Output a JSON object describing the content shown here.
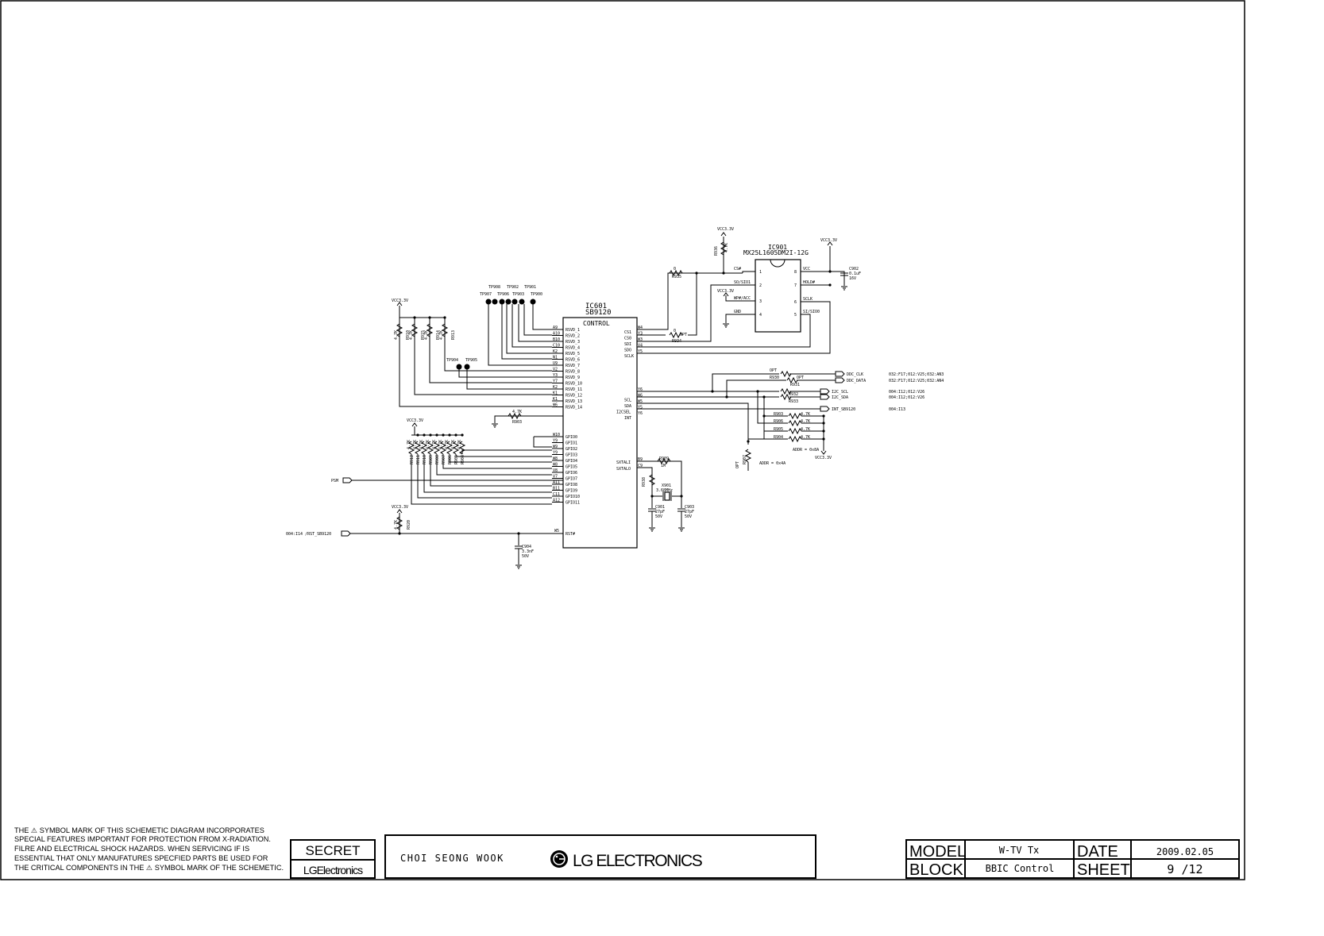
{
  "ic601": {
    "ref": "IC601",
    "part": "SB9120",
    "block": "CONTROL",
    "left_pins": [
      {
        "num": "A9",
        "name": "RSVD_1"
      },
      {
        "num": "A10",
        "name": "RSVD_2"
      },
      {
        "num": "B10",
        "name": "RSVD_3"
      },
      {
        "num": "C10",
        "name": "RSVD_4"
      },
      {
        "num": "K2",
        "name": "RSVD_5"
      },
      {
        "num": "N1",
        "name": "RSVD_6"
      },
      {
        "num": "U9",
        "name": "RSVD_7"
      },
      {
        "num": "V2",
        "name": "RSVD_8"
      },
      {
        "num": "Y3",
        "name": "RSVD_9"
      },
      {
        "num": "Y7",
        "name": "RSVD_10"
      },
      {
        "num": "K2",
        "name": "RSVD_11"
      },
      {
        "num": "K1",
        "name": "RSVD_12"
      },
      {
        "num": "K1",
        "name": "RSVD_13"
      },
      {
        "num": "W6",
        "name": "RSVD_14"
      }
    ],
    "gpio_pins": [
      {
        "num": "W10",
        "name": "GPIO0"
      },
      {
        "num": "Y9",
        "name": "GPIO1"
      },
      {
        "num": "W9",
        "name": "GPIO2"
      },
      {
        "num": "Y9",
        "name": "GPIO3"
      },
      {
        "num": "W8",
        "name": "GPIO4"
      },
      {
        "num": "W8",
        "name": "GPIO5"
      },
      {
        "num": "V8",
        "name": "GPIO6"
      },
      {
        "num": "V7",
        "name": "GPIO7"
      },
      {
        "num": "A11",
        "name": "GPIO8"
      },
      {
        "num": "B11",
        "name": "GPIO9"
      },
      {
        "num": "C11",
        "name": "GPIO10"
      },
      {
        "num": "A12",
        "name": "GPIO11"
      }
    ],
    "rst_pin": {
      "num": "W5",
      "name": "RST#"
    },
    "right_pins_top": [
      {
        "num": "W4",
        "name": "CS1"
      },
      {
        "num": "Y3",
        "name": "CS0"
      },
      {
        "num": "W3",
        "name": "SDI"
      },
      {
        "num": "V4",
        "name": "SDO"
      },
      {
        "num": "Y5",
        "name": "SCLK"
      }
    ],
    "right_pins_mid": [
      {
        "num": "Y6",
        "name": ""
      },
      {
        "num": "W6",
        "name": "SCL"
      },
      {
        "num": "W5",
        "name": "SDA"
      },
      {
        "num": "Y5",
        "name": "I2CSEL"
      },
      {
        "num": "Y6",
        "name": "INT"
      }
    ],
    "right_pins_xtal": [
      {
        "num": "B9",
        "name": "SXTALI"
      },
      {
        "num": "C9",
        "name": "SXTALO"
      }
    ]
  },
  "ic901": {
    "ref": "IC901",
    "part": "MX25L1605DM2I-12G",
    "left_pins": [
      {
        "num": "1",
        "name": "CS#"
      },
      {
        "num": "2",
        "name": "SO/SIO1"
      },
      {
        "num": "3",
        "name": "WP#/ACC"
      },
      {
        "num": "4",
        "name": "GND"
      }
    ],
    "right_pins": [
      {
        "num": "8",
        "name": "VCC"
      },
      {
        "num": "7",
        "name": "HOLD#"
      },
      {
        "num": "6",
        "name": "SCLK"
      },
      {
        "num": "5",
        "name": "SI/SIO0"
      }
    ]
  },
  "labels": {
    "vcc": "VCC3.3V",
    "tp_top_row": [
      "TP908",
      "TP902",
      "TP901"
    ],
    "tp_bottom_row": [
      "TP907",
      "TP906",
      "TP903",
      "TP900"
    ],
    "tp_mid": [
      "TP904",
      "TP905"
    ],
    "r_top": [
      {
        "ref": "R910",
        "val": "4.7K"
      },
      {
        "ref": "R915",
        "val": "4.7K"
      },
      {
        "ref": "R914",
        "val": "4.7K"
      },
      {
        "ref": "R913",
        "val": "4.7K"
      }
    ],
    "r_gpio": [
      "R912",
      "R911",
      "R910",
      "R909",
      "R908",
      "R907",
      "R906",
      "R905",
      "R904"
    ],
    "r_gpio_val": "4.7K",
    "r935": "R935",
    "r935_val": "0",
    "r934": "R934",
    "r934_val": "0",
    "r_flash_pu": "R936",
    "r_flash_pu_val": "4.7K",
    "opt": "OPT",
    "r903_left": "R903",
    "r903_left_val": "4.7K",
    "r_rst": "R920",
    "r_rst_val": "4.7K",
    "c904": {
      "ref": "C904",
      "val": "3.3nF",
      "volt": "50V"
    },
    "c902": {
      "ref": "C902",
      "val": "0.1uF",
      "volt": "16V"
    },
    "r930": "R930",
    "r931": "R931",
    "r932": "R932",
    "r933": "R933",
    "r_i2c": [
      {
        "ref": "R903",
        "val": "4.7K"
      },
      {
        "ref": "R906",
        "val": "4.7K"
      },
      {
        "ref": "R905",
        "val": "4.7K"
      },
      {
        "ref": "R904",
        "val": "4.7K"
      }
    ],
    "r907": "R907",
    "addr_a": "ADDR = 0x4A",
    "addr_b": "ADDR = 0x8A",
    "r909": "R909",
    "r909_val": "1M",
    "r90x": "R938",
    "r90x_val": "0",
    "x901": {
      "ref": "X901",
      "val": "3.68MHz"
    },
    "c901": {
      "ref": "C901",
      "val": "27pF",
      "volt": "50V"
    },
    "c903": {
      "ref": "C903",
      "val": "27pF",
      "volt": "50V"
    },
    "psm": "PSM",
    "rst_net": "004:I14 /RST_SB9120",
    "ports": [
      {
        "name": "DDC_CLK",
        "ref": "032:F17;012:V25;032:AN3"
      },
      {
        "name": "DDC_DATA",
        "ref": "032:F17;012:V25;032:AN4"
      },
      {
        "name": "I2C_SCL",
        "ref": "004:I12;012:V26"
      },
      {
        "name": "I2C_SDA",
        "ref": "004:I12;012:V26"
      },
      {
        "name": "INT_SB9120",
        "ref": "004:I13"
      }
    ]
  },
  "notice": [
    "THE ⚠ SYMBOL MARK OF THIS SCHEMETIC DIAGRAM INCORPORATES",
    "SPECIAL FEATURES IMPORTANT FOR PROTECTION FROM X-RADIATION.",
    "FILRE AND ELECTRICAL SHOCK HAZARDS. WHEN SERVICING IF IS",
    "ESSENTIAL THAT ONLY MANUFATURES SPECFIED PARTS BE USED FOR",
    "THE CRITICAL COMPONENTS IN THE ⚠ SYMBOL MARK OF THE SCHEMETIC."
  ],
  "title_block": {
    "secret": "SECRET",
    "lg_small": "LGElectronics",
    "designer": "CHOI SEONG WOOK",
    "lg_big": "LG ELECTRONICS",
    "model_label": "MODEL",
    "model_value": "W-TV Tx",
    "date_label": "DATE",
    "date_value": "2009.02.05",
    "block_label": "BLOCK",
    "block_value": "BBIC Control",
    "sheet_label": "SHEET",
    "sheet_value": "9 /12"
  }
}
